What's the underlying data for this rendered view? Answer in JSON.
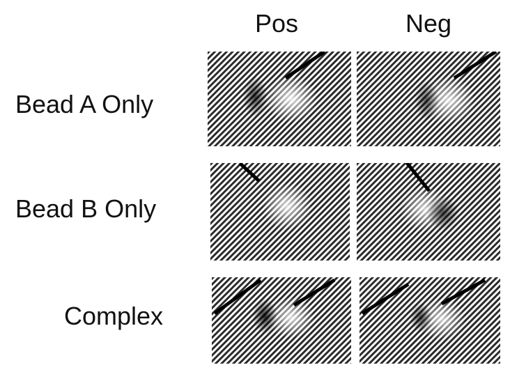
{
  "columns": [
    "Pos",
    "Neg"
  ],
  "rows": [
    "Bead A Only",
    "Bead B Only",
    "Complex"
  ],
  "colors": {
    "background": "#ffffff",
    "text": "#111111",
    "panel_dark": "#2a2a2a",
    "panel_light": "#ffffff"
  }
}
